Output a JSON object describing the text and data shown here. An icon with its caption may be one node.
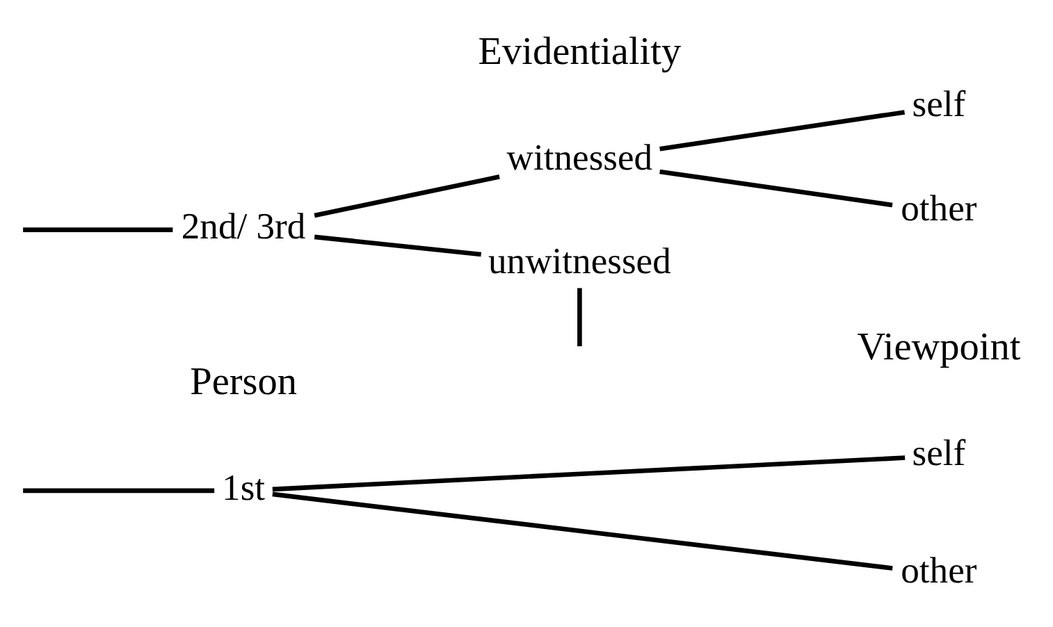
{
  "diagram": {
    "nodes": [
      {
        "text": [
          "1st"
        ]
      },
      {
        "text": [
          "2nd/ 3rd"
        ]
      },
      {
        "text": [
          "witnessed"
        ]
      },
      {
        "text": [
          "unwitnessed"
        ]
      },
      {
        "text": [
          "self"
        ]
      },
      {
        "text": [
          "other"
        ]
      },
      {
        "text": [
          "self"
        ]
      },
      {
        "text": [
          "other"
        ]
      }
    ],
    "edges": [
      {
        "from": null,
        "to": 0,
        "arrow": "none"
      },
      {
        "from": null,
        "to": 1,
        "arrow": "none"
      },
      {
        "from": 0,
        "to": 4,
        "arrow": "none"
      },
      {
        "from": 0,
        "to": 5,
        "arrow": "none"
      },
      {
        "from": 1,
        "to": 2,
        "arrow": "none"
      },
      {
        "from": 1,
        "to": 3,
        "arrow": "none"
      },
      {
        "from": 2,
        "to": 6,
        "arrow": "none"
      },
      {
        "from": 2,
        "to": 7,
        "arrow": "none"
      },
      {
        "from": 3,
        "to": null,
        "arrow": "none"
      }
    ],
    "labels": [
      "Person",
      "Evidentiality",
      "Viewpoint"
    ]
  }
}
